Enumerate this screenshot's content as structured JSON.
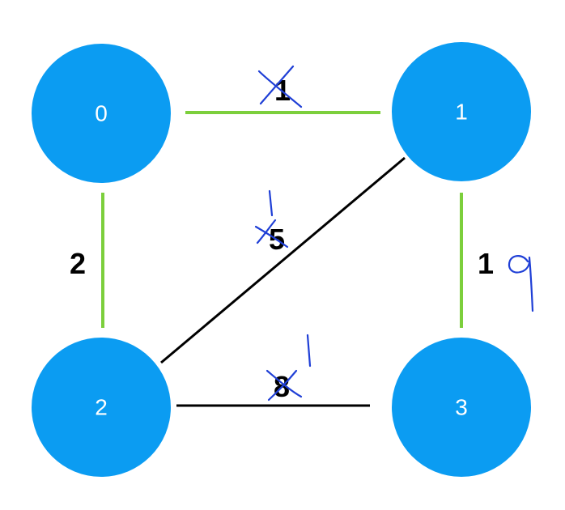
{
  "colors": {
    "node_fill": "#0b9cf2",
    "highlight_edge": "#7ccf3c",
    "plain_edge": "#000000",
    "ink": "#1f3fd6",
    "background": "#ffffff"
  },
  "nodes": [
    {
      "id": "0",
      "label": "0"
    },
    {
      "id": "1",
      "label": "1"
    },
    {
      "id": "2",
      "label": "2"
    },
    {
      "id": "3",
      "label": "3"
    }
  ],
  "edges": [
    {
      "from": "0",
      "to": "1",
      "weight": "1",
      "highlighted": true,
      "weight_crossed_out": true
    },
    {
      "from": "0",
      "to": "2",
      "weight": "2",
      "highlighted": true,
      "weight_crossed_out": false
    },
    {
      "from": "1",
      "to": "2",
      "weight": "5",
      "highlighted": false,
      "weight_crossed_out": true
    },
    {
      "from": "1",
      "to": "3",
      "weight": "1",
      "highlighted": true,
      "weight_crossed_out": false
    },
    {
      "from": "2",
      "to": "3",
      "weight": "8",
      "highlighted": false,
      "weight_crossed_out": true
    }
  ]
}
